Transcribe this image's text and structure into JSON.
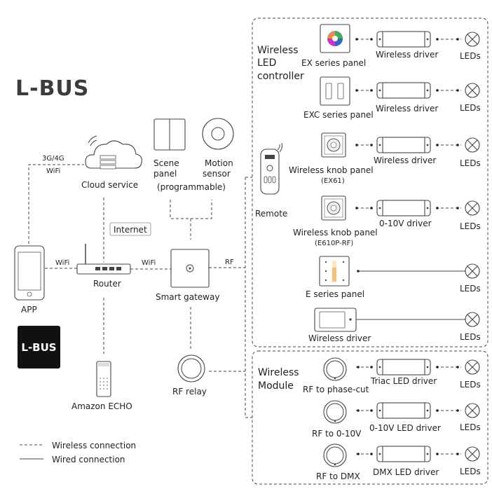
{
  "brand": {
    "logo_text": "L-BUS",
    "logo_box_text": "L-BUS"
  },
  "left": {
    "cloud_service": "Cloud service",
    "network_3g4g": "3G/4G",
    "network_wifi_top": "WiFi",
    "app": "APP",
    "wifi_app_router": "WiFi",
    "router": "Router",
    "internet": "Internet",
    "wifi_router_gateway": "WiFi",
    "amazon_echo": "Amazon ECHO"
  },
  "center": {
    "scene_panel_line1": "Scene",
    "scene_panel_line2": "panel",
    "scene_panel_line3": "(programmable)",
    "motion_sensor_line1": "Motion",
    "motion_sensor_line2": "sensor",
    "smart_gateway": "Smart gateway",
    "rf": "RF",
    "rf_relay": "RF relay",
    "remote": "Remote"
  },
  "wireless_led_controller": {
    "title_line1": "Wireless",
    "title_line2": "LED",
    "title_line3": "controller",
    "rows": [
      {
        "panel": "EX series panel",
        "driver": "Wireless driver",
        "leds": "LEDs"
      },
      {
        "panel": "EXC series panel",
        "driver": "Wireless driver",
        "leds": "LEDs"
      },
      {
        "panel": "Wireless knob panel",
        "panel_sub": "(EX61)",
        "driver": "Wireless driver",
        "leds": "LEDs"
      },
      {
        "panel": "Wireless knob panel",
        "panel_sub": "(E610P-RF)",
        "driver": "0-10V driver",
        "leds": "LEDs"
      },
      {
        "panel": "E series panel",
        "leds": "LEDs"
      },
      {
        "panel": "Wireless driver",
        "leds": "LEDs"
      }
    ]
  },
  "wireless_module": {
    "title_line1": "Wireless",
    "title_line2": "Module",
    "rows": [
      {
        "module": "RF to phase-cut",
        "driver": "Triac LED driver",
        "leds": "LEDs"
      },
      {
        "module": "RF to 0-10V",
        "driver": "0-10V LED driver",
        "leds": "LEDs"
      },
      {
        "module": "RF to DMX",
        "driver": "DMX LED driver",
        "leds": "LEDs"
      }
    ]
  },
  "legend": {
    "wireless": "Wireless connection",
    "wired": "Wired connection"
  }
}
